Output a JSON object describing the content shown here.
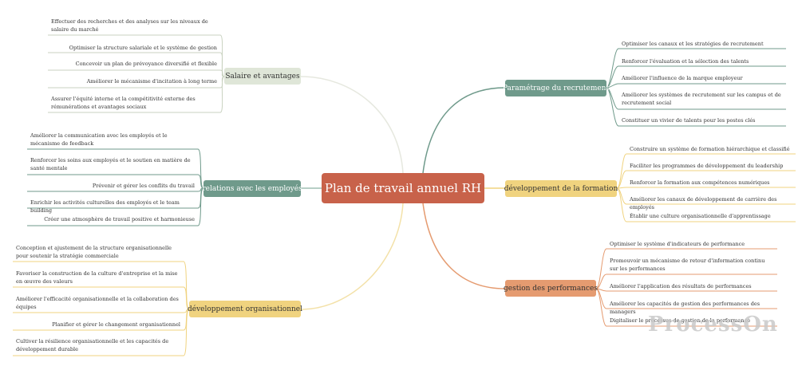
{
  "root": {
    "label": "Plan de travail annuel RH"
  },
  "branches": {
    "salaire": {
      "label": "Salaire et avantages",
      "items": [
        "Effectuer des recherches et des analyses sur les niveaux de salaire du marché",
        "Optimiser la structure salariale et le système de gestion",
        "Concevoir un plan de prévoyance diversifié et flexible",
        "Améliorer le mécanisme d'incitation à long terme",
        "Assurer l'équité interne et la compétitivité externe des rémunérations et avantages sociaux"
      ]
    },
    "relations": {
      "label": "relations avec les employés",
      "items": [
        "Améliorer la communication avec les employés et le mécanisme de feedback",
        "Renforcer les soins aux employés et le soutien en matière de santé mentale",
        "Prévenir et gérer les conflits du travail",
        "Enrichir les activités culturelles des employés et le team building",
        "Créer une atmosphère de travail positive et harmonieuse"
      ]
    },
    "organisationnel": {
      "label": "développement organisationnel",
      "items": [
        "Conception et ajustement de la structure organisationnelle pour soutenir la stratégie commerciale",
        "Favoriser la construction de la culture d'entreprise et la mise en œuvre des valeurs",
        "Améliorer l'efficacité organisationnelle et la collaboration des équipes",
        "Planifier et gérer le changement organisationnel",
        "Cultiver la résilience organisationnelle et les capacités de développement durable"
      ]
    },
    "recrutement": {
      "label": "Paramétrage du recrutement",
      "items": [
        "Optimiser les canaux et les stratégies de recrutement",
        "Renforcer l'évaluation et la sélection des talents",
        "Améliorer l'influence de la marque employeur",
        "Améliorer les systèmes de recrutement sur les campus et de recrutement social",
        "Constituer un vivier de talents pour les postes clés"
      ]
    },
    "formation": {
      "label": "développement de la formation",
      "items": [
        "Construire un système de formation hiérarchique et classifié",
        "Faciliter les programmes de développement du leadership",
        "Renforcer la formation aux compétences numériques",
        "Améliorer les canaux de développement de carrière des employés",
        "Établir une culture organisationnelle d'apprentissage"
      ]
    },
    "performances": {
      "label": "gestion des performances",
      "items": [
        "Optimiser le système d'indicateurs de performance",
        "Promouvoir un mécanisme de retour d'information continu sur les performances",
        "Améliorer l'application des résultats de performances",
        "Améliorer les capacités de gestion des performances des managers",
        "Digitaliser le processus de gestion de la performance"
      ]
    }
  },
  "colors": {
    "root": "#c8624a",
    "salaire": "#dfe6d8",
    "relations": "#6f9a8b",
    "organisationnel": "#f0d37f",
    "recrutement": "#6f9a8b",
    "formation": "#f0d37f",
    "performances": "#e59b70"
  },
  "watermark": "ProcessOn"
}
